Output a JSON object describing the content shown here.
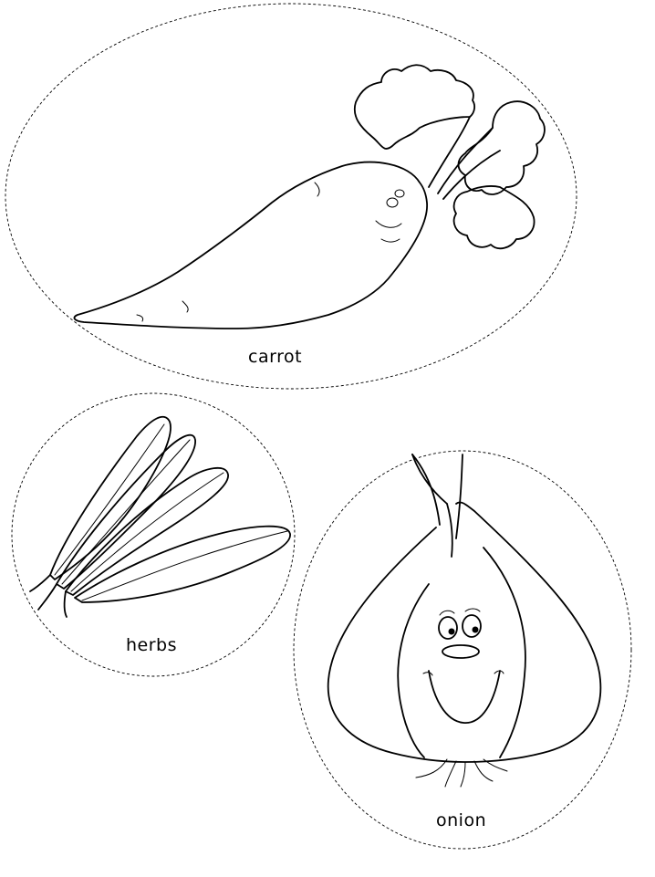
{
  "cards": [
    {
      "label": "carrot",
      "icon": "carrot-icon"
    },
    {
      "label": "herbs",
      "icon": "herbs-icon"
    },
    {
      "label": "onion",
      "icon": "onion-icon"
    }
  ]
}
